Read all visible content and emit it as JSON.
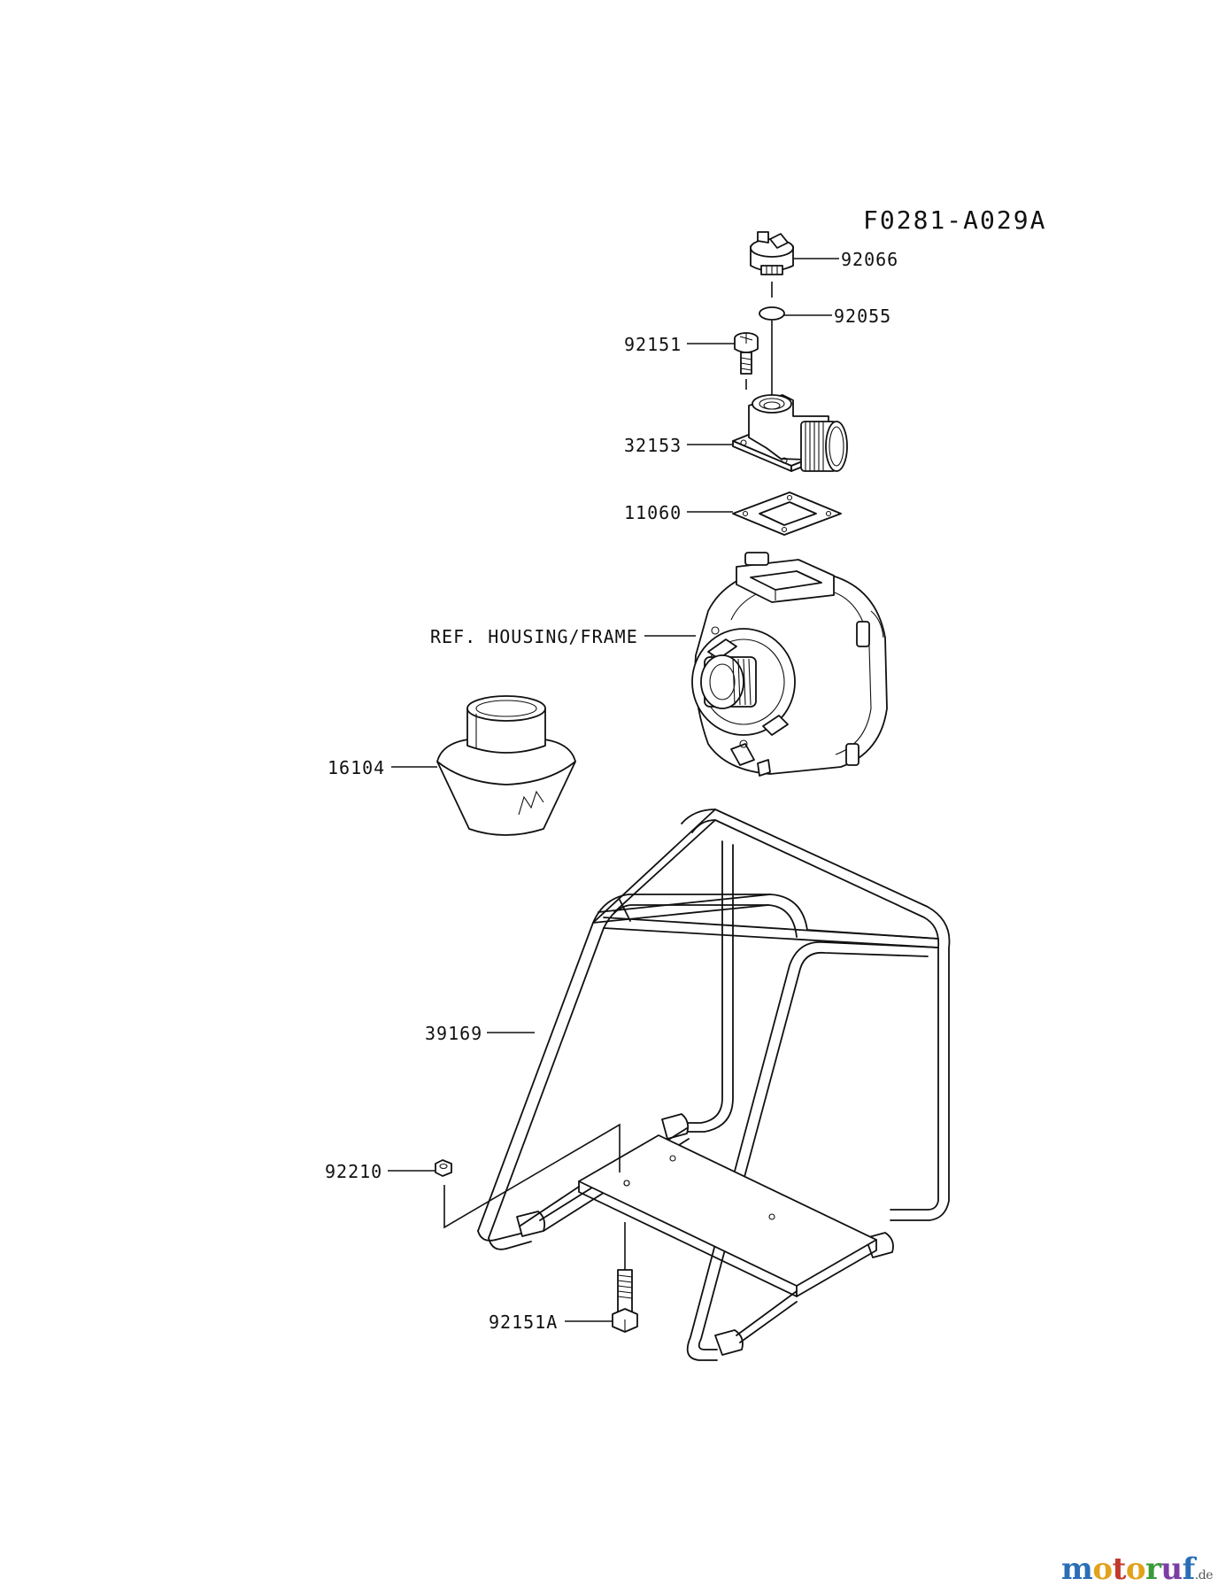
{
  "diagram": {
    "code": "F0281-A029A",
    "callouts": {
      "cap": "92066",
      "oring": "92055",
      "screw": "92151",
      "elbow": "32153",
      "gasket": "11060",
      "housing": "REF. HOUSING/FRAME",
      "strainer": "16104",
      "frame": "39169",
      "nut": "92210",
      "bolt": "92151A"
    }
  },
  "watermark": {
    "brand_parts": [
      "m",
      "o",
      "t",
      "o",
      "r",
      "u",
      "f"
    ],
    "suffix": ".de"
  }
}
